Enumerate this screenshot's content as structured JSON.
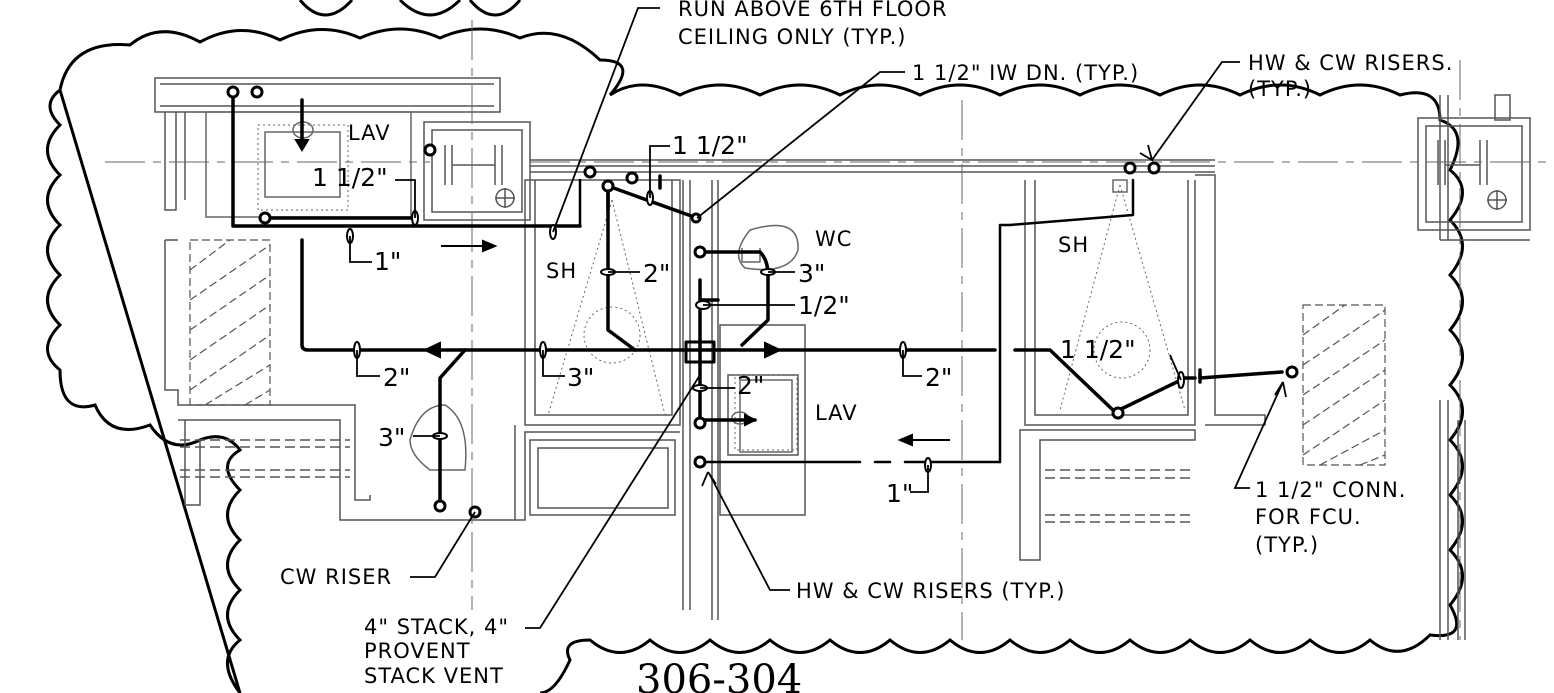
{
  "labels": {
    "run_above_line1": "RUN ABOVE 6TH FLOOR",
    "run_above_line2": "CEILING ONLY (TYP.)",
    "iw_dn": "1 1/2\" IW DN. (TYP.)",
    "hw_cw_risers_tr_line1": "HW & CW RISERS.",
    "hw_cw_risers_tr_line2": "(TYP.)",
    "lav_left": "LAV",
    "lav_mid": "LAV",
    "wc": "WC",
    "sh_left": "SH",
    "sh_right": "SH",
    "cw_riser": "CW RISER",
    "stack_line1": "4\" STACK, 4\"",
    "stack_line2": "PROVENT",
    "stack_line3": "STACK VENT",
    "hw_cw_risers_bottom": "HW & CW RISERS (TYP.)",
    "fcu_line1": "1 1/2\" CONN.",
    "fcu_line2": "FOR FCU.",
    "fcu_line3": "(TYP.)",
    "room_number": "306-304"
  },
  "pipe_sizes": {
    "lav_branch": "1 1/2\"",
    "top_branch": "1 1/2\"",
    "one_inch_left": "1\"",
    "two_inch_sh": "2\"",
    "three_inch_wc": "3\"",
    "half_inch": "1/2\"",
    "two_inch_left": "2\"",
    "three_inch_mid": "3\"",
    "two_inch_stack": "2\"",
    "two_inch_right": "2\"",
    "three_inch_wc_left": "3\"",
    "right_branch": "1 1/2\"",
    "one_inch_bottom": "1\""
  }
}
